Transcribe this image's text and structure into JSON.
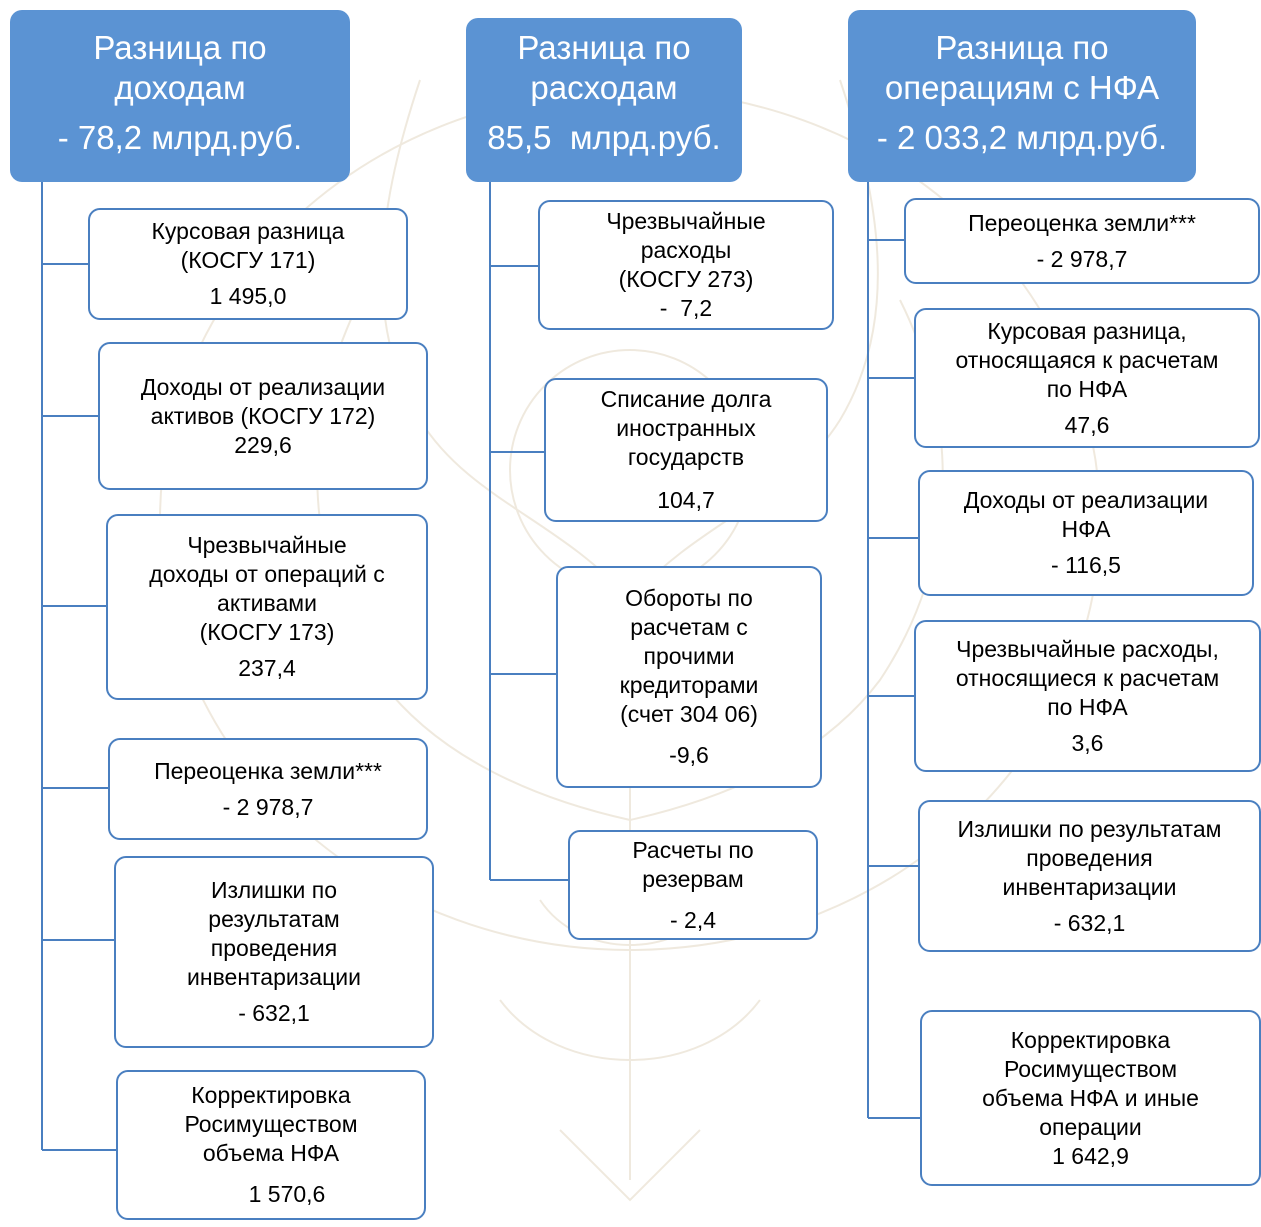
{
  "colors": {
    "header_fill": "#5b93d3",
    "header_text": "#ffffff",
    "box_border": "#4a7fc0",
    "connector": "#4a7fc0"
  },
  "columns": [
    {
      "header": {
        "title": "Разница по\nдоходам",
        "value": "- 78,2 млрд.руб."
      },
      "items": [
        {
          "label": "Курсовая разница\n(КОСГУ 171)",
          "value": "1 495,0"
        },
        {
          "label": "Доходы от реализации\nактивов  (КОСГУ 172)",
          "value": "229,6"
        },
        {
          "label": "Чрезвычайные\nдоходы от операций с\nактивами\n(КОСГУ 173)",
          "value": "237,4"
        },
        {
          "label": "Переоценка земли***",
          "value": "- 2 978,7"
        },
        {
          "label": "Излишки по\nрезультатам\nпроведения\nинвентаризации",
          "value": "- 632,1"
        },
        {
          "label": "Корректировка\nРосимуществом\nобъема НФА",
          "value": "     1 570,6"
        }
      ]
    },
    {
      "header": {
        "title": "Разница по\nрасходам",
        "value": "85,5  млрд.руб."
      },
      "items": [
        {
          "label": "Чрезвычайные\nрасходы\n(КОСГУ 273)",
          "value": "-  7,2"
        },
        {
          "label": "Списание долга\nиностранных\nгосударств",
          "value": "104,7"
        },
        {
          "label": "Обороты по\nрасчетам с\nпрочими\nкредиторами\n(счет 304 06)",
          "value": "-9,6"
        },
        {
          "label": "Расчеты по\nрезервам",
          "value": "- 2,4"
        }
      ]
    },
    {
      "header": {
        "title": "Разница по\nоперациям с НФА",
        "value": "- 2 033,2 млрд.руб."
      },
      "items": [
        {
          "label": "Переоценка земли***",
          "value": "- 2 978,7"
        },
        {
          "label": "Курсовая разница,\nотносящаяся к расчетам\nпо НФА",
          "value": "47,6"
        },
        {
          "label": "Доходы от реализации\nНФА",
          "value": "- 116,5"
        },
        {
          "label": "Чрезвычайные расходы,\nотносящиеся к расчетам\nпо НФА",
          "value": "3,6"
        },
        {
          "label": "Излишки по результатам\nпроведения\nинвентаризации",
          "value": "- 632,1"
        },
        {
          "label": "Корректировка\nРосимуществом\nобъема НФА и иные\nоперации",
          "value": "1 642,9"
        }
      ]
    }
  ]
}
